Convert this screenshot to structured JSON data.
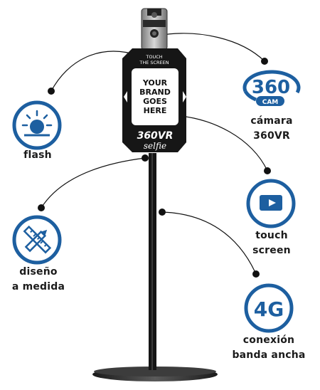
{
  "kiosk": {
    "touch_line1": "TOUCH",
    "touch_line2": "THE SCREEN",
    "brand_lines": [
      "YOUR",
      "BRAND",
      "GOES",
      "HERE"
    ],
    "logo_main": "360VR",
    "logo_sub": "selfie"
  },
  "features": {
    "flash": {
      "lines": [
        "flash"
      ],
      "icon": "sun-icon"
    },
    "camera": {
      "icon_text_big": "360",
      "icon_text_small": "CAM",
      "lines": [
        "cámara",
        "360VR"
      ],
      "icon": "360-cam-icon"
    },
    "touch": {
      "lines": [
        "touch",
        "screen"
      ],
      "icon": "play-screen-icon"
    },
    "design": {
      "lines": [
        "diseño",
        "a medida"
      ],
      "icon": "ruler-pencil-icon"
    },
    "network": {
      "icon_text": "4G",
      "lines": [
        "conexión",
        "banda ancha"
      ],
      "icon": "4g-icon"
    }
  },
  "colors": {
    "icon_blue": "#1d5fa0",
    "ink": "#111111"
  }
}
